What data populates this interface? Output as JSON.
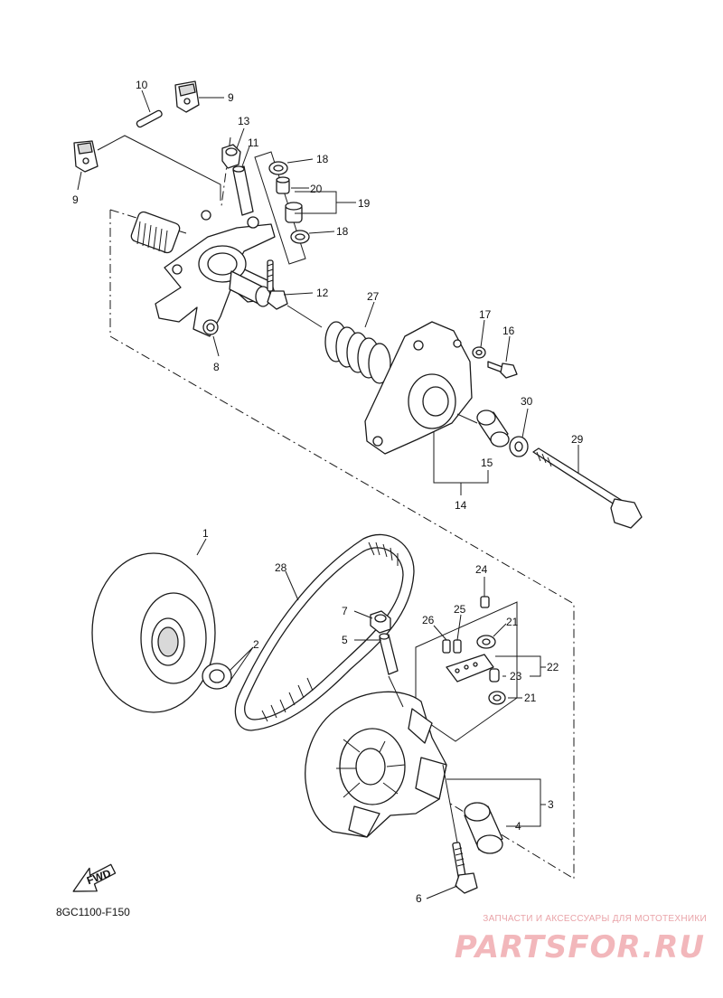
{
  "callouts": {
    "c1": "1",
    "c2": "2",
    "c3": "3",
    "c4": "4",
    "c5": "5",
    "c6": "6",
    "c7": "7",
    "c8": "8",
    "c9a": "9",
    "c9b": "9",
    "c10": "10",
    "c11": "11",
    "c12": "12",
    "c13": "13",
    "c14": "14",
    "c15": "15",
    "c16": "16",
    "c17": "17",
    "c18a": "18",
    "c18b": "18",
    "c19": "19",
    "c20": "20",
    "c21a": "21",
    "c21b": "21",
    "c22": "22",
    "c23": "23",
    "c24": "24",
    "c25": "25",
    "c26": "26",
    "c27": "27",
    "c28": "28",
    "c29": "29",
    "c30": "30"
  },
  "fwd_label": "FWD",
  "diagram_code": "8GC1100-F150",
  "watermark": {
    "line": "ЗАПЧАСТИ И АКСЕССУАРЫ ДЛЯ МОТОТЕХНИКИ",
    "logo": "PARTSFOR.RU"
  }
}
